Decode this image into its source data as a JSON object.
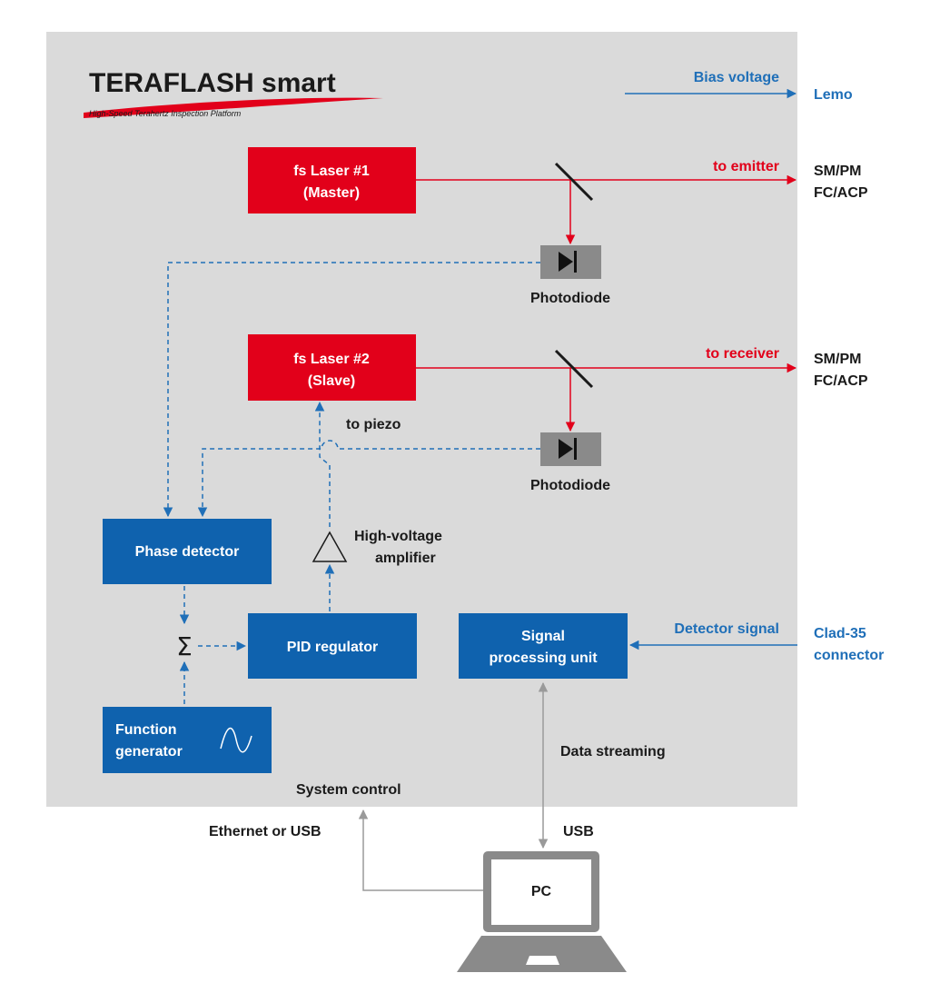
{
  "logo": {
    "title_prefix": "TERA",
    "title_mid": "FLASH",
    "title_suffix": " smart",
    "tagline": "High-Speed Terahertz Inspection Platform"
  },
  "blocks": {
    "laser1": [
      "fs Laser #1",
      "(Master)"
    ],
    "laser2": [
      "fs Laser #2",
      "(Slave)"
    ],
    "phase_detector": "Phase detector",
    "pid_regulator": "PID regulator",
    "function_generator": [
      "Function",
      "generator"
    ],
    "signal_processing": [
      "Signal",
      "processing unit"
    ],
    "pc": "PC"
  },
  "labels": {
    "bias_voltage": "Bias voltage",
    "lemo": "Lemo",
    "to_emitter": "to emitter",
    "to_receiver": "to receiver",
    "connector_out_1": [
      "SM/PM",
      "FC/ACP"
    ],
    "connector_out_2": [
      "SM/PM",
      "FC/ACP"
    ],
    "photodiode_1": "Photodiode",
    "photodiode_2": "Photodiode",
    "to_piezo": "to piezo",
    "hv_amplifier": [
      "High-voltage",
      "amplifier"
    ],
    "detector_signal": "Detector signal",
    "clad_connector": [
      "Clad-35",
      "connector"
    ],
    "data_streaming": "Data streaming",
    "system_control": "System control",
    "ethernet_usb": "Ethernet or USB",
    "usb": "USB",
    "sum_symbol": "Σ"
  },
  "colors": {
    "panel": "#dadada",
    "blue_block": "#0f62ae",
    "red_block": "#e2001a",
    "blue_text": "#1f6fb8",
    "gray_line": "#9a9a9a",
    "pc_gray": "#8a8a8a"
  }
}
